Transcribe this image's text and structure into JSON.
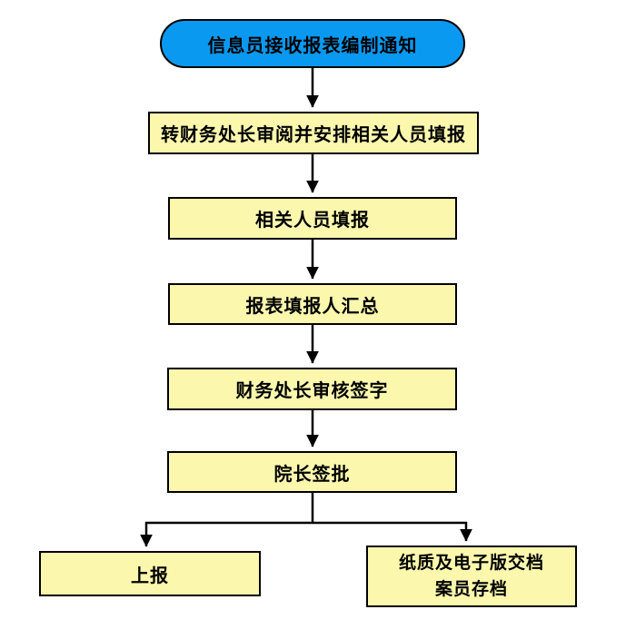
{
  "flowchart": {
    "colors": {
      "background": "#FFFFFF",
      "start_fill": "#0A99F0",
      "process_fill": "#FBF8AE",
      "border": "#000000",
      "arrow": "#000000"
    },
    "nodes": {
      "start": {
        "label": "信息员接收报表编制通知"
      },
      "review": {
        "label": "转财务处长审阅并安排相关人员填报"
      },
      "fill": {
        "label": "相关人员填报"
      },
      "summary": {
        "label": "报表填报人汇总"
      },
      "sign": {
        "label": "财务处长审核签字"
      },
      "approve": {
        "label": "院长签批"
      },
      "report": {
        "label": "上报"
      },
      "archive": {
        "line1": "纸质及电子版交档",
        "line2": "案员存档"
      }
    }
  }
}
